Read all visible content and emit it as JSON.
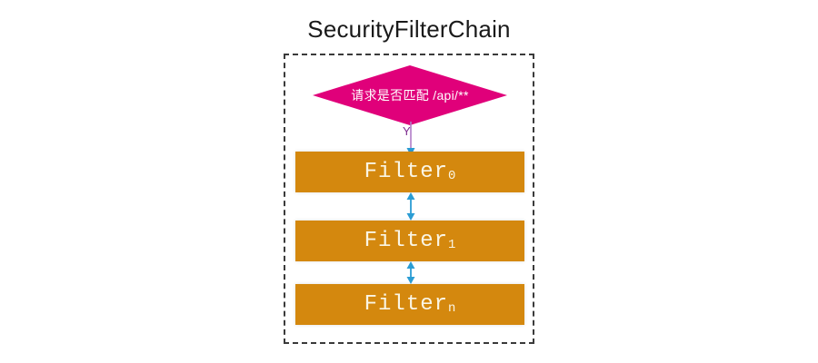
{
  "diagram": {
    "title": "SecurityFilterChain",
    "container": {
      "name": "SecurityFilterChain",
      "border_style": "dashed",
      "border_color": "#3a3a3a"
    },
    "decision": {
      "label": "请求是否匹配 /api/**",
      "shape": "diamond",
      "fill_color": "#e0007a",
      "text_color": "#ffffff"
    },
    "branch": {
      "label": "Y",
      "label_color": "#7d2b8f",
      "line_color": "#b07cc6",
      "arrow_color": "#2b9dd4"
    },
    "filters": [
      {
        "id": "filter-0",
        "text": "Filter",
        "subscript": "0"
      },
      {
        "id": "filter-1",
        "text": "Filter",
        "subscript": "1"
      },
      {
        "id": "filter-n",
        "text": "Filter",
        "subscript": "n"
      }
    ],
    "filter_style": {
      "fill_color": "#d4880e",
      "text_color": "#faf5e4"
    },
    "connectors": [
      {
        "id": "edge-0-1",
        "from": "filter-0",
        "to": "filter-1",
        "type": "bidirectional",
        "color": "#2b9dd4"
      },
      {
        "id": "edge-1-n",
        "from": "filter-1",
        "to": "filter-n",
        "type": "bidirectional",
        "color": "#2b9dd4"
      }
    ]
  }
}
